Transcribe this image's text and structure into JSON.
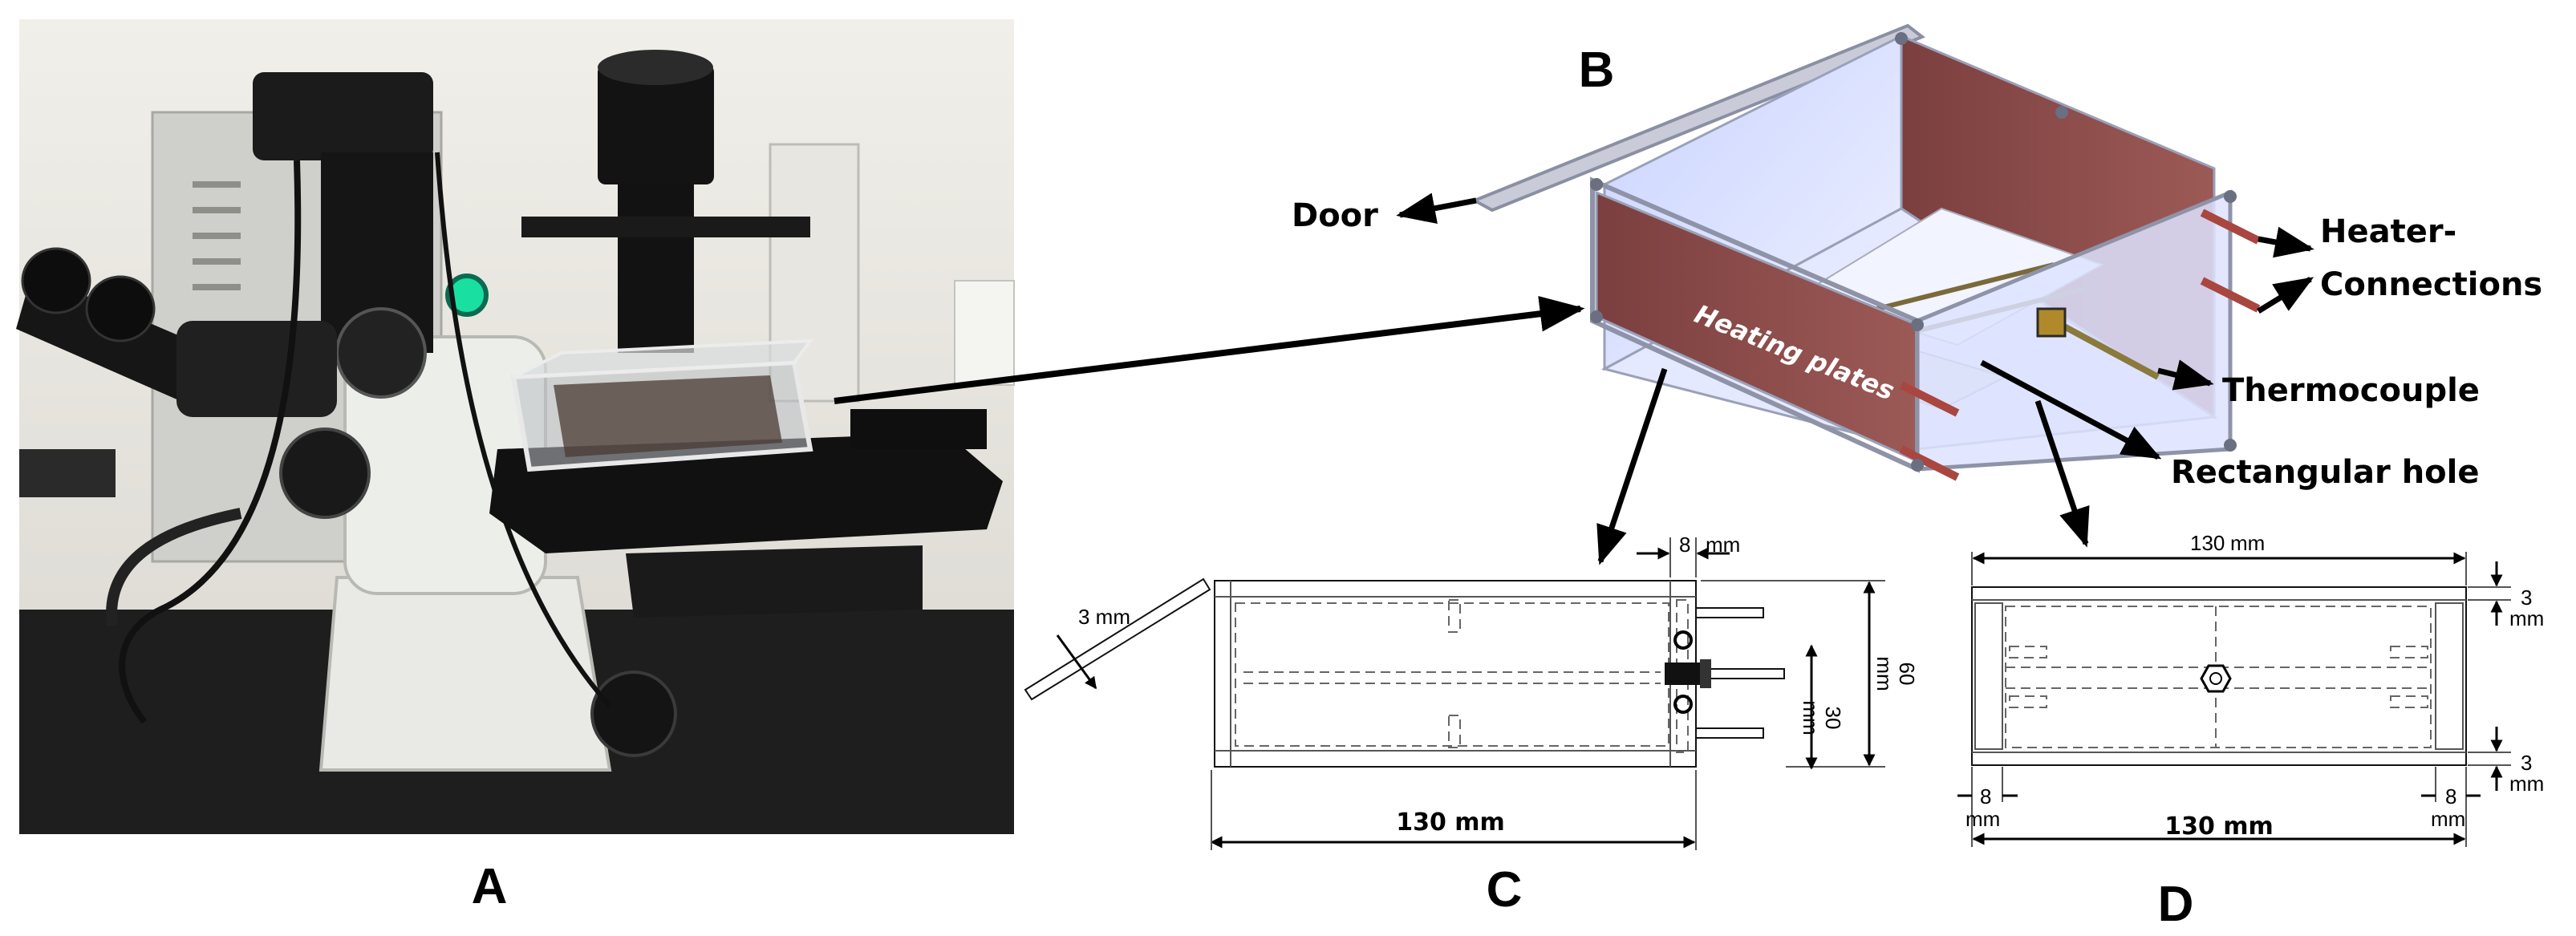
{
  "panels": {
    "a": "A",
    "b": "B",
    "c": "C",
    "d": "D"
  },
  "callouts": {
    "door": "Door",
    "heater_line1": "Heater-",
    "heater_line2": "Connections",
    "thermocouple": "Thermocouple",
    "rect_hole": "Rectangular hole",
    "heating_plates": "Heating plates"
  },
  "drawing_c": {
    "door_thickness": "3 mm",
    "plate_offset_value": "8",
    "plate_offset_unit": "mm",
    "height_value": "60",
    "height_unit": "mm",
    "spacing_value": "30",
    "spacing_unit": "mm",
    "length": "130 mm"
  },
  "drawing_d": {
    "top_length_value": "130",
    "top_length_unit": "mm",
    "wall_top_value": "3",
    "wall_top_unit": "mm",
    "wall_bottom_value": "3",
    "wall_bottom_unit": "mm",
    "left_offset_value": "8",
    "left_offset_unit": "mm",
    "right_offset_value": "8",
    "right_offset_unit": "mm",
    "bottom_length": "130 mm"
  },
  "colors": {
    "heating_plate": "#8a4a4a",
    "chamber_interior": "#dfe6ff",
    "acrylic_edge": "#9aa0b8",
    "microscope_body": "#e9eae6",
    "bench": "#1e1e1e",
    "indicator_led": "#19e0a0"
  }
}
